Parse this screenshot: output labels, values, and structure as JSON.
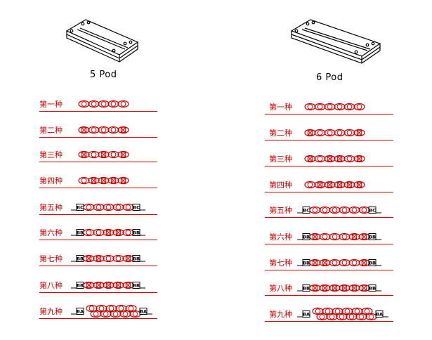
{
  "colors": {
    "accent": "#cc0000",
    "ink": "#000000",
    "background": "#ffffff"
  },
  "columns": [
    {
      "title": "5 Pod",
      "pods": 5,
      "rows": [
        {
          "label": "第一种",
          "pattern": "OOOOO",
          "left_box": "",
          "right_box": "",
          "double": false
        },
        {
          "label": "第二种",
          "pattern": "XOOOX",
          "left_box": "",
          "right_box": "",
          "double": false
        },
        {
          "label": "第三种",
          "pattern": "XOXOX",
          "left_box": "",
          "right_box": "",
          "double": false
        },
        {
          "label": "第四种",
          "pattern": "OXXXX",
          "left_box": "",
          "right_box": "",
          "double": false
        },
        {
          "label": "第五种",
          "pattern": "OOOOO",
          "left_box": "BC",
          "right_box": "BC",
          "double": false
        },
        {
          "label": "第六种",
          "pattern": "OOXXO",
          "left_box": "BB",
          "right_box": "BB",
          "double": false
        },
        {
          "label": "第七种",
          "pattern": "XXOOX",
          "left_box": "BB",
          "right_box": "BB",
          "double": false
        },
        {
          "label": "第八种",
          "pattern": "XXXXX",
          "left_box": "BB",
          "right_box": "BB",
          "double": false
        },
        {
          "label": "第九种",
          "pattern": "OOOOO",
          "left_box": "BA",
          "right_box": "BA",
          "double": true
        }
      ]
    },
    {
      "title": "6 Pod",
      "pods": 6,
      "rows": [
        {
          "label": "第一种",
          "pattern": "OOOOOO",
          "left_box": "",
          "right_box": "",
          "double": false
        },
        {
          "label": "第二种",
          "pattern": "XOOOOX",
          "left_box": "",
          "right_box": "",
          "double": false
        },
        {
          "label": "第三种",
          "pattern": "XOXXOX",
          "left_box": "",
          "right_box": "",
          "double": false
        },
        {
          "label": "第四种",
          "pattern": "OXXXXX",
          "left_box": "",
          "right_box": "",
          "double": false
        },
        {
          "label": "第五种",
          "pattern": "OOOOOO",
          "left_box": "BC",
          "right_box": "BC",
          "double": false
        },
        {
          "label": "第六种",
          "pattern": "XOOOXX",
          "left_box": "BB",
          "right_box": "BB",
          "double": false
        },
        {
          "label": "第七种",
          "pattern": "XXOOOX",
          "left_box": "BB",
          "right_box": "BB",
          "double": false
        },
        {
          "label": "第八种",
          "pattern": "XXXXXX",
          "left_box": "BB",
          "right_box": "BB",
          "double": false
        },
        {
          "label": "第九种",
          "pattern": "OOOOOO",
          "left_box": "BA",
          "right_box": "BA",
          "double": true
        }
      ]
    }
  ]
}
